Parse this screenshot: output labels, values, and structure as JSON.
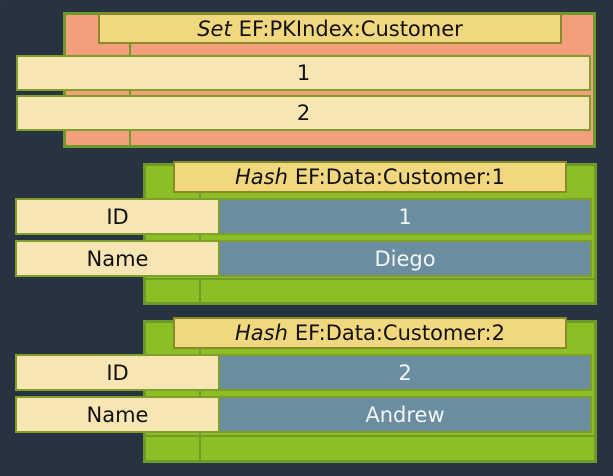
{
  "set": {
    "keyword": "Set",
    "name": "EF:PKIndex:Customer",
    "members": [
      "1",
      "2"
    ]
  },
  "hashes": [
    {
      "keyword": "Hash",
      "name": "EF:Data:Customer:1",
      "fields": [
        {
          "key": "ID",
          "value": "1"
        },
        {
          "key": "Name",
          "value": "Diego"
        }
      ]
    },
    {
      "keyword": "Hash",
      "name": "EF:Data:Customer:2",
      "fields": [
        {
          "key": "ID",
          "value": "2"
        },
        {
          "key": "Name",
          "value": "Andrew"
        }
      ]
    }
  ],
  "colors": {
    "background": "#283341",
    "set_fill": "#f2a07b",
    "hash_fill": "#8cbf26",
    "border": "#6e9a2a",
    "title_fill": "#f1d77e",
    "key_fill": "#f7e6b3",
    "value_fill": "#6b8da0"
  }
}
